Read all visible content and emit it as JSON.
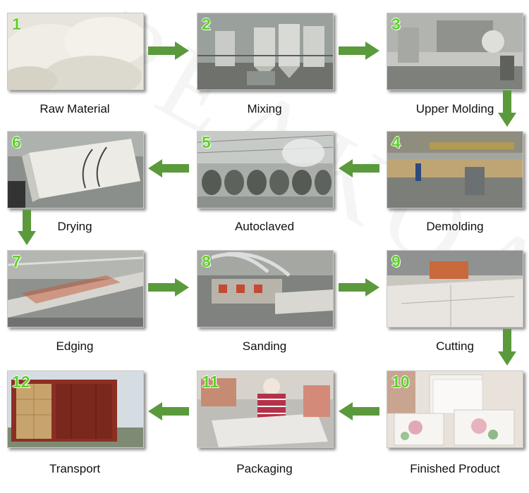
{
  "watermark": "PEAKOA",
  "accent_arrow_color": "#5a9a3c",
  "steps": [
    {
      "number": "1",
      "label": "Raw Material"
    },
    {
      "number": "2",
      "label": "Mixing"
    },
    {
      "number": "3",
      "label": "Upper Molding"
    },
    {
      "number": "4",
      "label": "Demolding"
    },
    {
      "number": "5",
      "label": "Autoclaved"
    },
    {
      "number": "6",
      "label": "Drying"
    },
    {
      "number": "7",
      "label": "Edging"
    },
    {
      "number": "8",
      "label": "Sanding"
    },
    {
      "number": "9",
      "label": "Cutting"
    },
    {
      "number": "10",
      "label": "Finished Product"
    },
    {
      "number": "11",
      "label": "Packaging"
    },
    {
      "number": "12",
      "label": "Transport"
    }
  ]
}
